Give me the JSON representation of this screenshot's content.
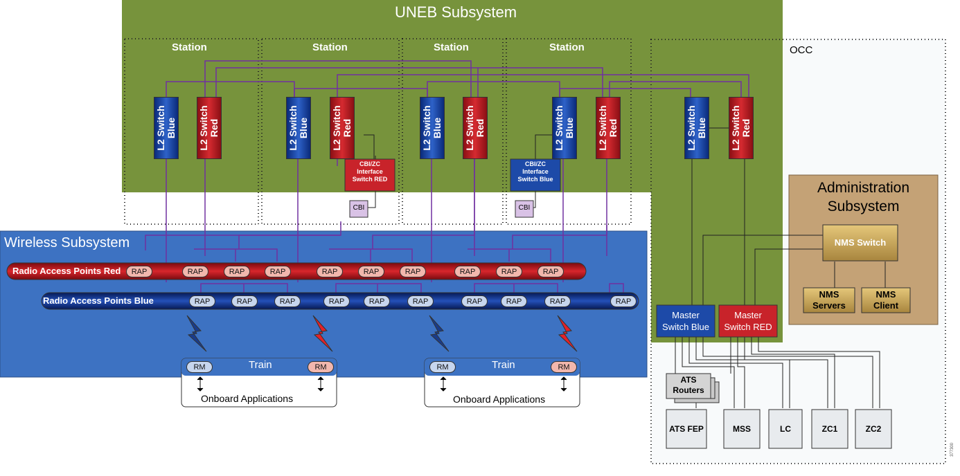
{
  "uneb": {
    "title": "UNEB Subsystem"
  },
  "stations": [
    "Station",
    "Station",
    "Station",
    "Station"
  ],
  "occ": {
    "title": "OCC"
  },
  "switches": {
    "l2_blue": "L2 Switch\nBlue",
    "l2_red": "L2 Switch\nRed"
  },
  "cbi_zc": {
    "red": "CBI/ZC\nInterface\nSwitch RED",
    "blue": "CBI/ZC\nInterface\nSwitch Blue",
    "cbi": "CBI"
  },
  "wireless": {
    "title": "Wireless Subsystem",
    "red_bus": "Radio Access Points Red",
    "blue_bus": "Radio Access Points Blue",
    "rap": "RAP"
  },
  "trains": {
    "train_label": "Train",
    "rm": "RM",
    "onboard": "Onboard Applications"
  },
  "admin": {
    "title": "Administration Subsystem",
    "nms_switch": "NMS Switch",
    "nms_servers": "NMS\nServers",
    "nms_client": "NMS\nClient"
  },
  "master": {
    "blue": "Master\nSwitch Blue",
    "red": "Master\nSwitch RED"
  },
  "ats_routers": "ATS\nRouters",
  "occ_devices": [
    "ATS FEP",
    "MSS",
    "LC",
    "ZC1",
    "ZC2"
  ],
  "figure_id": "377300",
  "colors": {
    "uneb_green": "#77933c",
    "wireless_blue": "#3d72c2",
    "admin_tan": "#c4a276",
    "link_purple": "#7030a0"
  }
}
